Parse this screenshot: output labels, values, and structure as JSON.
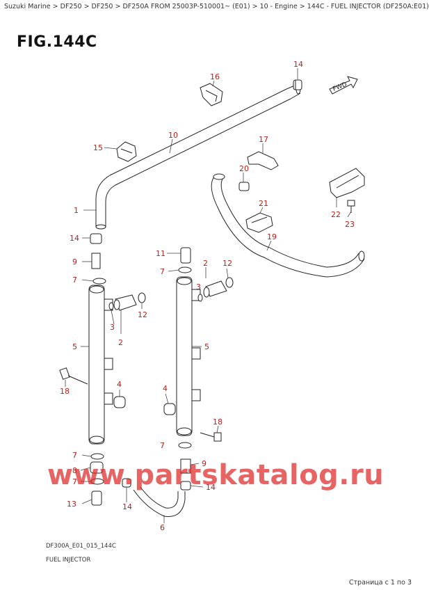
{
  "breadcrumb": "Suzuki Marine > DF250 > DF250 > DF250A FROM 25003P-510001~ (E01) > 10 - Engine > 144C - FUEL INJECTOR (DF250A:E01)",
  "figure": {
    "title": "FIG.144C",
    "fwd_label": "FWD"
  },
  "callouts": {
    "c1": "1",
    "c2a": "2",
    "c2b": "2",
    "c3a": "3",
    "c3b": "3",
    "c4a": "4",
    "c4b": "4",
    "c5a": "5",
    "c5b": "5",
    "c6": "6",
    "c7a": "7",
    "c7b": "7",
    "c7c": "7",
    "c7d": "7",
    "c7e": "7",
    "c8": "8",
    "c9a": "9",
    "c9b": "9",
    "c10": "10",
    "c11": "11",
    "c12a": "12",
    "c12b": "12",
    "c13": "13",
    "c14a": "14",
    "c14b": "14",
    "c14c": "14",
    "c14d": "14",
    "c15": "15",
    "c16": "16",
    "c17": "17",
    "c18a": "18",
    "c18b": "18",
    "c19": "19",
    "c20": "20",
    "c21": "21",
    "c22": "22",
    "c23": "23"
  },
  "watermark": "www.partskatalog.ru",
  "footer": {
    "code": "DF300A_E01_015_144C",
    "subtitle": "FUEL INJECTOR"
  },
  "pagination": "Страница с 1 по 3",
  "colors": {
    "callout": "#b3201c",
    "watermark": "#dc2828",
    "line": "#222222"
  }
}
